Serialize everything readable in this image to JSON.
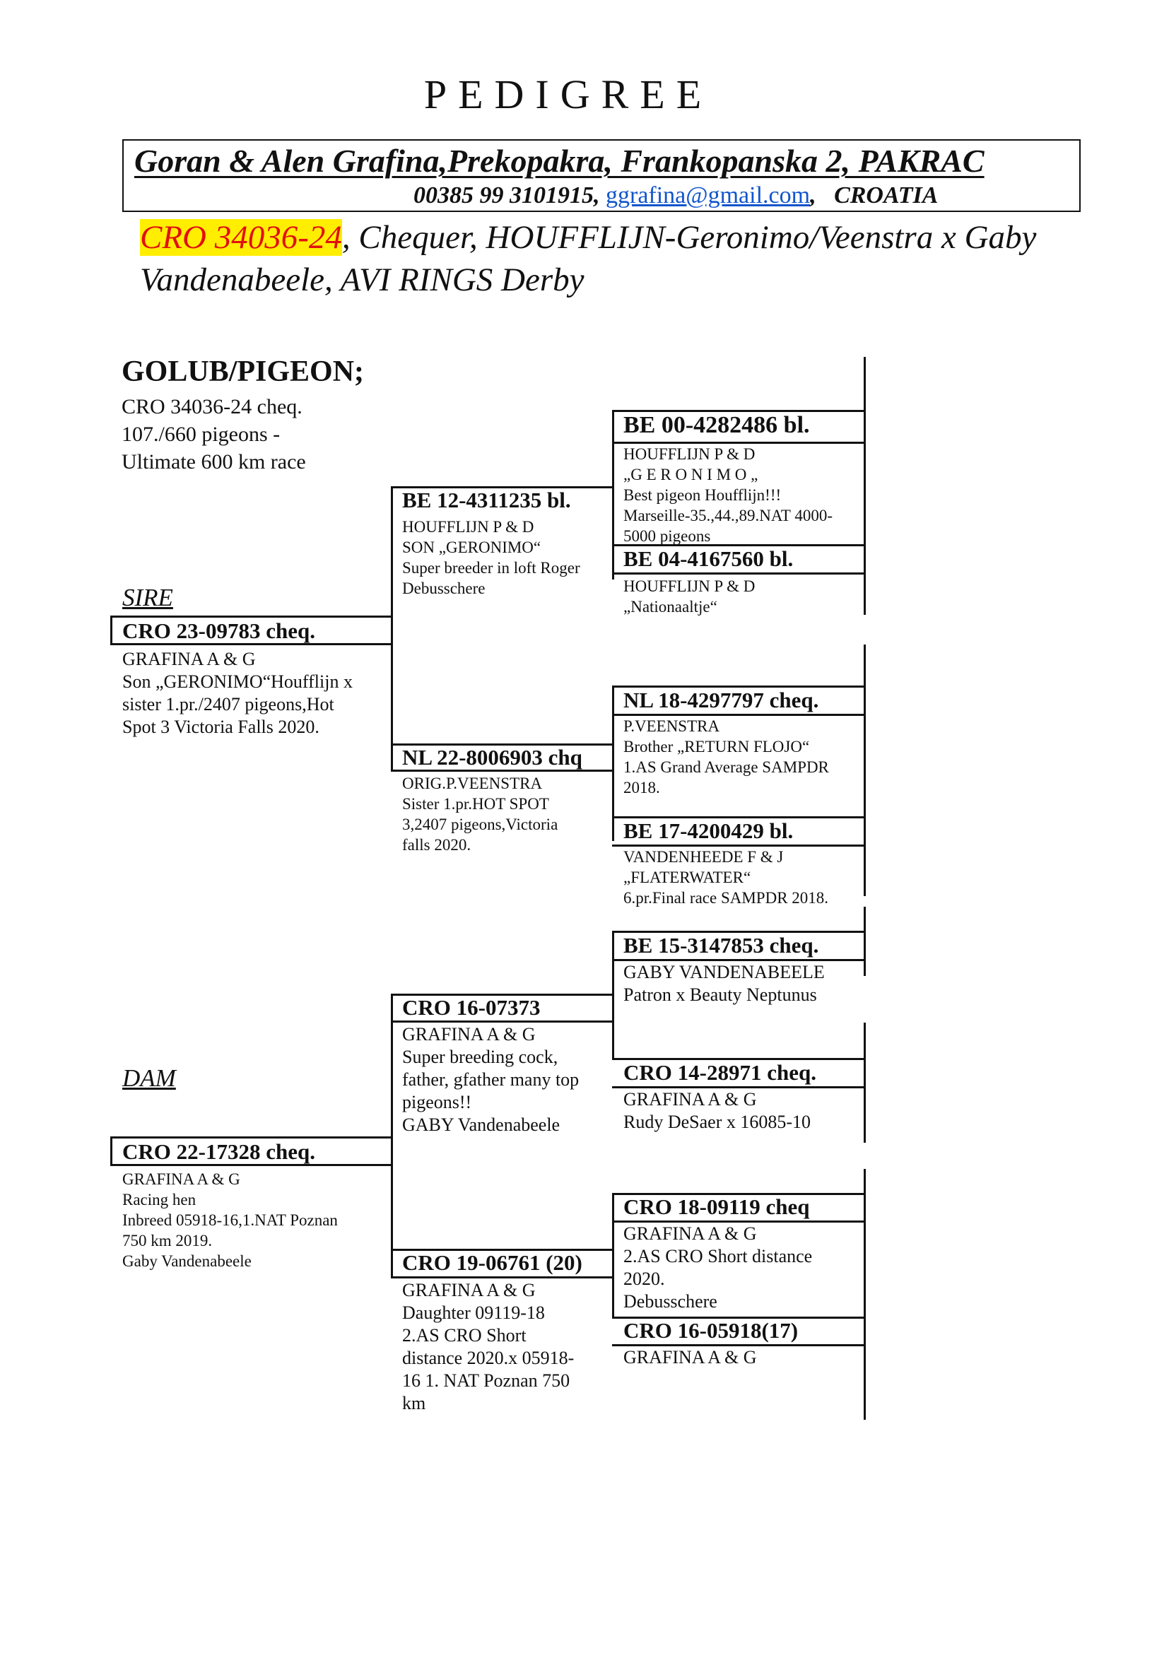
{
  "header": {
    "title": "PEDIGREE",
    "owner_name": "Goran & Alen Grafina,Prekopakra, Frankopanska 2, PAKRAC",
    "owner_phone": "00385 99 3101915,",
    "owner_email": "ggrafina@gmail.com",
    "owner_country": "CROATIA",
    "pigeon_ring_highlight": "CRO 34036-24",
    "pigeon_description": ", Chequer, HOUFFLIJN-Geronimo/Veenstra x Gaby Vandenabeele, AVI RINGS Derby"
  },
  "subject": {
    "heading": "GOLUB/PIGEON;",
    "lines": [
      "CRO 34036-24 cheq.",
      "107./660 pigeons -",
      "Ultimate 600 km race"
    ]
  },
  "sire": {
    "label": "SIRE",
    "ring": "CRO 23-09783 cheq.",
    "lines": [
      "GRAFINA A & G",
      "Son „GERONIMO“Houfflijn x",
      "sister 1.pr./2407 pigeons,Hot",
      "Spot 3 Victoria Falls 2020."
    ]
  },
  "dam": {
    "label": "DAM",
    "ring": "CRO 22-17328 cheq.",
    "lines": [
      "GRAFINA A & G",
      "Racing hen",
      "Inbreed 05918-16,1.NAT Poznan",
      "750 km 2019.",
      "Gaby Vandenabeele"
    ]
  },
  "sire_sire": {
    "ring": "BE 12-4311235 bl.",
    "lines": [
      "HOUFFLIJN P & D",
      "SON „GERONIMO“",
      "Super breeder in loft Roger",
      "Debusschere"
    ]
  },
  "sire_dam": {
    "ring": "NL 22-8006903 chq",
    "lines": [
      "ORIG.P.VEENSTRA",
      "Sister 1.pr.HOT SPOT",
      "3,2407 pigeons,Victoria",
      "falls 2020."
    ]
  },
  "dam_sire": {
    "ring": "CRO 16-07373",
    "lines": [
      "GRAFINA A & G",
      "Super breeding cock,",
      "father, gfather many top",
      "pigeons!!",
      "GABY Vandenabeele"
    ]
  },
  "dam_dam": {
    "ring": "CRO 19-06761 (20)",
    "lines": [
      "GRAFINA A & G",
      "Daughter 09119-18",
      "2.AS CRO Short",
      "distance 2020.x 05918-",
      "16 1. NAT Poznan 750",
      "km"
    ]
  },
  "ggp1": {
    "ring": "BE 00-4282486 bl.",
    "lines": [
      "HOUFFLIJN P & D",
      "„G E R O N I M O „",
      "Best pigeon Houfflijn!!!",
      "Marseille-35.,44.,89.NAT 4000-",
      "5000 pigeons"
    ]
  },
  "ggp2": {
    "ring": "BE 04-4167560 bl.",
    "lines": [
      "HOUFFLIJN P & D",
      "„Nationaaltje“"
    ]
  },
  "ggp3": {
    "ring": "NL 18-4297797 cheq.",
    "lines": [
      "P.VEENSTRA",
      "Brother „RETURN FLOJO“",
      "1.AS Grand Average SAMPDR",
      "2018."
    ]
  },
  "ggp4": {
    "ring": "BE 17-4200429 bl.",
    "lines": [
      "VANDENHEEDE F & J",
      "„FLATERWATER“",
      "6.pr.Final race SAMPDR 2018."
    ]
  },
  "ggp5": {
    "ring": "BE 15-3147853 cheq.",
    "lines": [
      "GABY VANDENABEELE",
      "Patron x Beauty Neptunus"
    ]
  },
  "ggp6": {
    "ring": "CRO 14-28971 cheq.",
    "lines": [
      "GRAFINA A & G",
      "Rudy DeSaer x 16085-10"
    ]
  },
  "ggp7": {
    "ring": "CRO 18-09119 cheq",
    "lines": [
      "GRAFINA A & G",
      "2.AS CRO Short distance",
      "2020.",
      "Debusschere"
    ]
  },
  "ggp8": {
    "ring": "CRO 16-05918(17)",
    "lines": [
      "GRAFINA A & G"
    ]
  }
}
